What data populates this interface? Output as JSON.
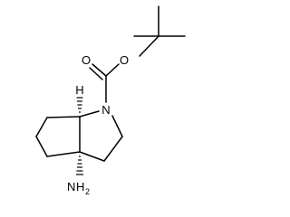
{
  "diagram": {
    "type": "chemical-structure",
    "atoms": {
      "nitrogen": "N",
      "oxygen_ester": "O",
      "oxygen_carbonyl": "O",
      "amine_n": "N",
      "amine_h": "H",
      "amine_sub": "2",
      "stereo_h": "H"
    },
    "colors": {
      "bond": "#000000",
      "background": "#ffffff"
    }
  }
}
